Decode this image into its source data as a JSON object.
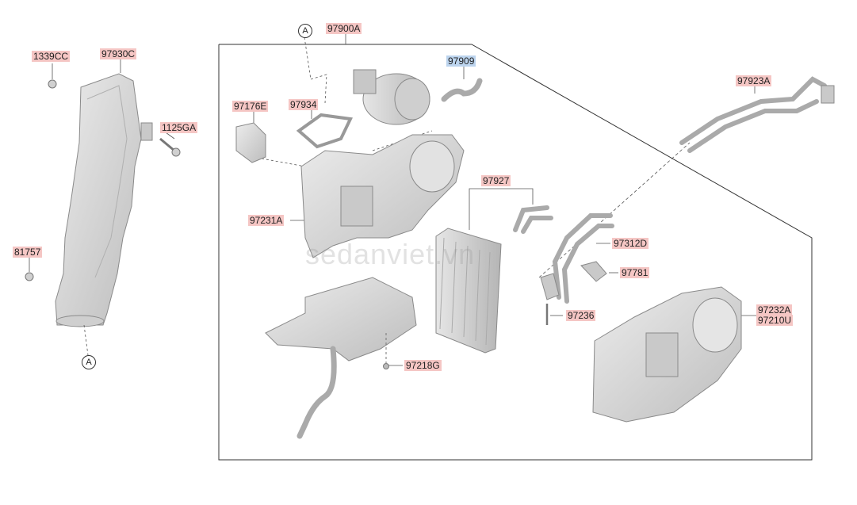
{
  "labels": {
    "p1339CC": "1339CC",
    "p97930C": "97930C",
    "p1125GA": "1125GA",
    "p81757": "81757",
    "p97900A": "97900A",
    "p97909": "97909",
    "p97176E": "97176E",
    "p97934": "97934",
    "p97927": "97927",
    "p97923A": "97923A",
    "p97231A": "97231A",
    "p97312D": "97312D",
    "p97781": "97781",
    "p97236": "97236",
    "p97232A": "97232A",
    "p97210U": "97210U",
    "p97218G": "97218G"
  },
  "refs": {
    "top": "A",
    "bottom": "A"
  },
  "watermark": "sedanviet.vn",
  "colors": {
    "highlight_red": "#f5c6c4",
    "highlight_blue": "#bcd4ee",
    "part_fill": "#d9d9d9",
    "part_stroke": "#8a8a8a"
  }
}
